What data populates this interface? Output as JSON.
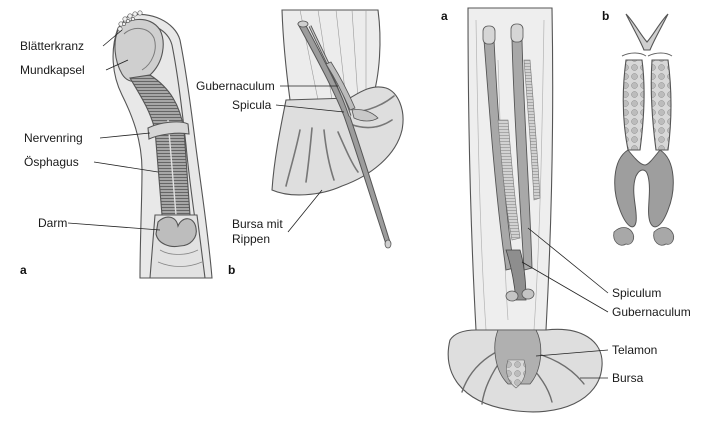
{
  "figure_left": {
    "panel_a": "a",
    "panel_b": "b",
    "labels": {
      "blaetterkranz": "Blätterkranz",
      "mundkapsel": "Mundkapsel",
      "nervenring": "Nervenring",
      "oesophagus": "Ösphagus",
      "darm": "Darm",
      "gubernaculum": "Gubernaculum",
      "spicula": "Spicula",
      "bursa_line1": "Bursa mit",
      "bursa_line2": "Rippen"
    }
  },
  "figure_right": {
    "panel_a": "a",
    "panel_b": "b",
    "labels": {
      "spiculum": "Spiculum",
      "gubernaculum": "Gubernaculum",
      "telamon": "Telamon",
      "bursa": "Bursa"
    }
  },
  "colors": {
    "tissue": "#e6e6e6",
    "tissue_dark": "#bdbdbd",
    "organ": "#9a9a9a",
    "outline": "#555555"
  }
}
